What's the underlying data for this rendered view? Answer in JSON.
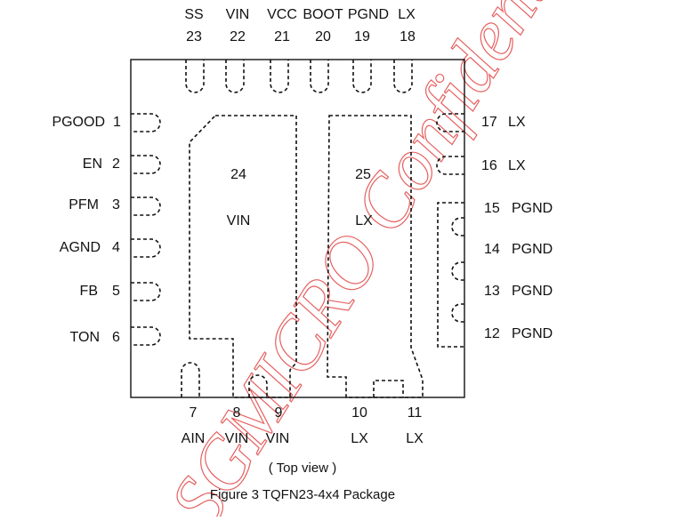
{
  "package": {
    "top_view": "( Top view )",
    "caption": "Figure 3 TQFN23-4x4 Package",
    "watermark": "SGMICRO Confidential"
  },
  "pins": {
    "top": [
      {
        "number": "23",
        "name": "SS"
      },
      {
        "number": "22",
        "name": "VIN"
      },
      {
        "number": "21",
        "name": "VCC"
      },
      {
        "number": "20",
        "name": "BOOT"
      },
      {
        "number": "19",
        "name": "PGND"
      },
      {
        "number": "18",
        "name": "LX"
      }
    ],
    "left": [
      {
        "number": "1",
        "name": "PGOOD"
      },
      {
        "number": "2",
        "name": "EN"
      },
      {
        "number": "3",
        "name": "PFM"
      },
      {
        "number": "4",
        "name": "AGND"
      },
      {
        "number": "5",
        "name": "FB"
      },
      {
        "number": "6",
        "name": "TON"
      }
    ],
    "right": [
      {
        "number": "17",
        "name": "LX"
      },
      {
        "number": "16",
        "name": "LX"
      },
      {
        "number": "15",
        "name": "PGND"
      },
      {
        "number": "14",
        "name": "PGND"
      },
      {
        "number": "13",
        "name": "PGND"
      },
      {
        "number": "12",
        "name": "PGND"
      }
    ],
    "bottom": [
      {
        "number": "7",
        "name": "AIN"
      },
      {
        "number": "8",
        "name": "VIN"
      },
      {
        "number": "9",
        "name": "VIN"
      },
      {
        "number": "10",
        "name": "LX"
      },
      {
        "number": "11",
        "name": "LX"
      }
    ],
    "pads": [
      {
        "number": "24",
        "name": "VIN"
      },
      {
        "number": "25",
        "name": "LX"
      }
    ]
  }
}
